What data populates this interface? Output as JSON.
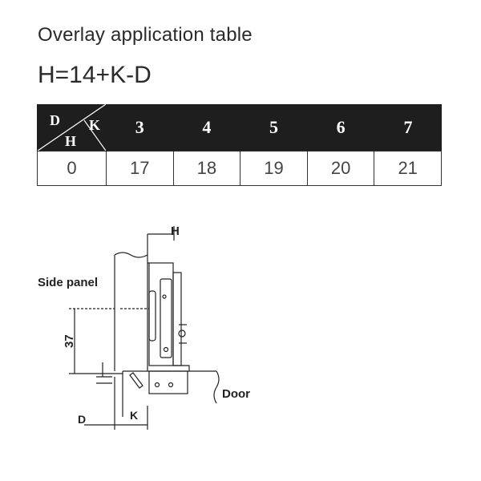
{
  "title": "Overlay application table",
  "formula": "H=14+K-D",
  "table": {
    "corner": {
      "d": "D",
      "k": "K",
      "h": "H"
    },
    "k_values": [
      "3",
      "4",
      "5",
      "6",
      "7"
    ],
    "d_value": "0",
    "h_values": [
      "17",
      "18",
      "19",
      "20",
      "21"
    ]
  },
  "diagram": {
    "label_h": "H",
    "label_side_panel": "Side panel",
    "label_37": "37",
    "label_door": "Door",
    "label_d": "D",
    "label_k": "K"
  }
}
